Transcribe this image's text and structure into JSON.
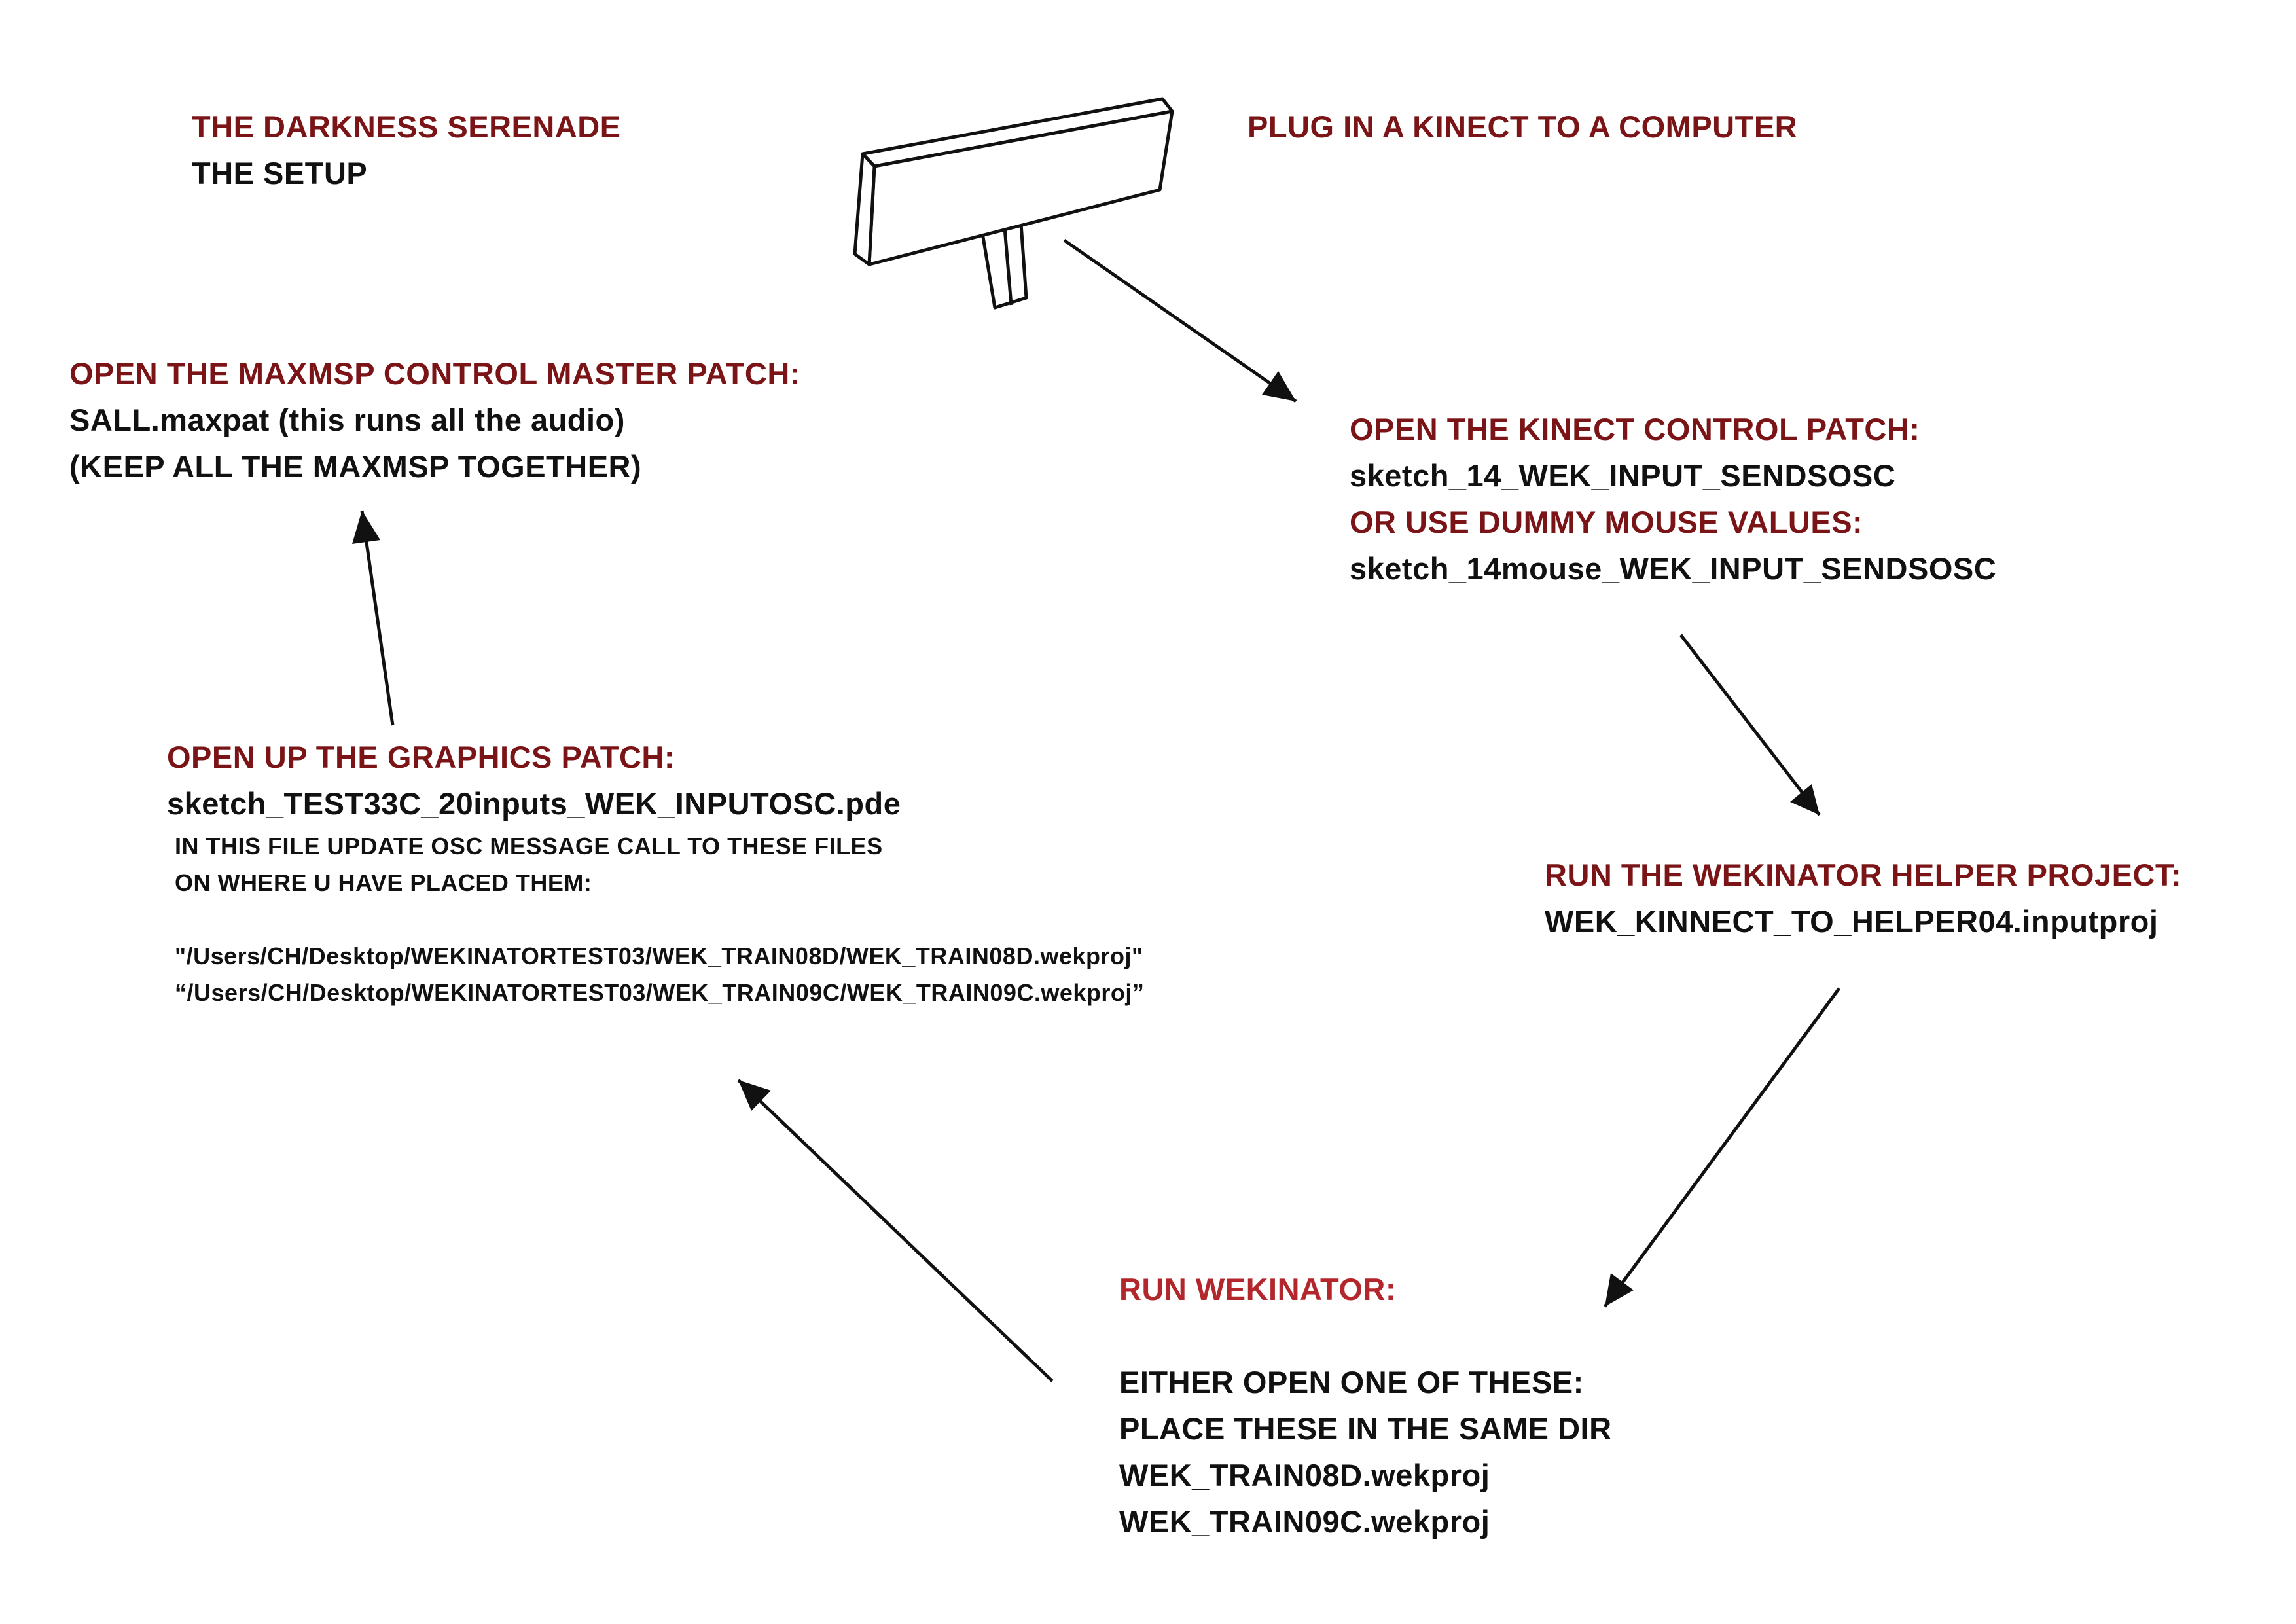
{
  "colors": {
    "heading": "#7a1416",
    "heading_bright": "#b3262b",
    "text": "#111111",
    "stroke": "#111111"
  },
  "title": {
    "line1": "THE DARKNESS SERENADE",
    "line2": "THE SETUP"
  },
  "kinect_icon": "kinect-sensor-icon",
  "step_plug": {
    "heading": "PLUG IN A KINECT TO A COMPUTER"
  },
  "step_kinect": {
    "heading": "OPEN THE KINECT CONTROL PATCH:",
    "file": "sketch_14_WEK_INPUT_SENDSOSC",
    "alt_heading": "OR USE DUMMY MOUSE VALUES:",
    "alt_file": "sketch_14mouse_WEK_INPUT_SENDSOSC"
  },
  "step_helper": {
    "heading": "RUN THE WEKINATOR HELPER PROJECT:",
    "file": "WEK_KINNECT_TO_HELPER04.inputproj"
  },
  "step_wekinator": {
    "heading": "RUN WEKINATOR:",
    "line1": "EITHER OPEN ONE OF THESE:",
    "line2": "PLACE THESE IN THE SAME DIR",
    "line3": "WEK_TRAIN08D.wekproj",
    "line4": "WEK_TRAIN09C.wekproj"
  },
  "step_graphics": {
    "heading": "OPEN UP THE GRAPHICS PATCH:",
    "file": "sketch_TEST33C_20inputs_WEK_INPUTOSC.pde",
    "note1": "IN THIS FILE UPDATE OSC MESSAGE CALL TO THESE FILES",
    "note2": "ON WHERE U HAVE PLACED THEM:",
    "path1": "\"/Users/CH/Desktop/WEKINATORTEST03/WEK_TRAIN08D/WEK_TRAIN08D.wekproj\"",
    "path2": "“/Users/CH/Desktop/WEKINATORTEST03/WEK_TRAIN09C/WEK_TRAIN09C.wekproj”"
  },
  "step_maxmsp": {
    "heading": "OPEN THE MAXMSP CONTROL MASTER PATCH:",
    "line1": "SALL.maxpat (this runs all the audio)",
    "line2": "(KEEP ALL THE MAXMSP TOGETHER)"
  }
}
